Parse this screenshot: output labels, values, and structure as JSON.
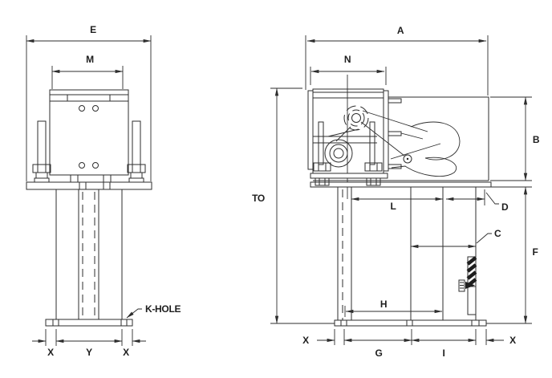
{
  "drawing_title": "equipment-outline-dimension-drawing",
  "colors": {
    "line": "#2e2e2e",
    "text": "#1e1e1e",
    "background": "#ffffff"
  },
  "front_view": {
    "dim_e": "E",
    "dim_m": "M",
    "dim_x_left": "X",
    "dim_y": "Y",
    "dim_x_right": "X",
    "callout_k_hole": "K-HOLE"
  },
  "side_view": {
    "dim_a": "A",
    "dim_n": "N",
    "dim_b": "B",
    "dim_to": "TO",
    "dim_l": "L",
    "dim_d": "D",
    "dim_c": "C",
    "dim_f": "F",
    "dim_h": "H",
    "dim_g": "G",
    "dim_i": "I",
    "dim_x_left": "X",
    "dim_x_right": "X"
  }
}
